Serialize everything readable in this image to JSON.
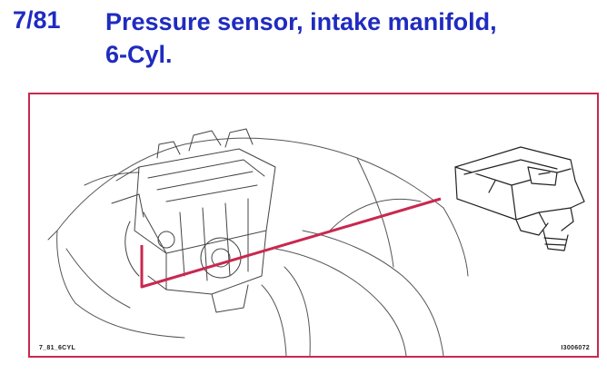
{
  "header": {
    "number": "7/81",
    "title_line1": "Pressure sensor, intake manifold,",
    "title_line2": "6-Cyl."
  },
  "figure": {
    "label": "7_81_6CYL",
    "code": "I3006072",
    "callout_color": "#c8284f"
  }
}
